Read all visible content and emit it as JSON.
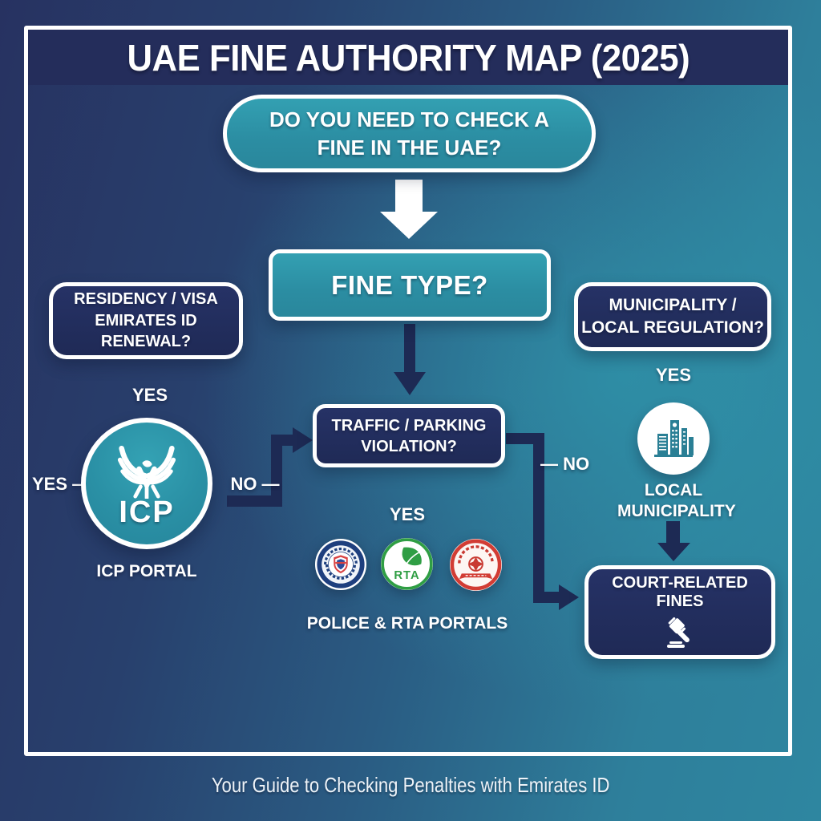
{
  "poster": {
    "title": "UAE FINE AUTHORITY MAP (2025)",
    "caption": "Your Guide to Checking Penalties with Emirates ID"
  },
  "flow": {
    "start": {
      "lines": [
        "DO YOU NEED TO CHECK A",
        "FINE IN THE UAE?"
      ]
    },
    "fine_type": {
      "label": "FINE TYPE?"
    },
    "residency": {
      "lines": [
        "RESIDENCY / VISA",
        "EMIRATES ID",
        "RENEWAL?"
      ],
      "answer": "YES"
    },
    "municipality_question": {
      "lines": [
        "MUNICIPALITY /",
        "LOCAL REGULATION?"
      ],
      "answer": "YES"
    },
    "traffic": {
      "lines": [
        "TRAFFIC / PARKING",
        "VIOLATION?"
      ],
      "yes": "YES",
      "no": "— NO"
    },
    "icp": {
      "yes": "YES —",
      "no": "NO —",
      "monogram": "ICP",
      "portal_label": "ICP PORTAL"
    },
    "portals": {
      "label": "POLICE & RTA PORTALS",
      "rta_text": "RTA"
    },
    "local_municipality": {
      "lines": [
        "LOCAL",
        "MUNICIPALITY"
      ]
    },
    "court": {
      "label": "COURT-RELATED FINES"
    }
  },
  "icons": {
    "icp": "falcon-eagle-icon",
    "local_municipality": "city-buildings-icon",
    "court": "gavel-icon",
    "badges": [
      "police-badge-icon",
      "rta-leaf-logo-icon",
      "red-municipal-badge-icon"
    ],
    "connectors": [
      "down-arrow-icon",
      "elbow-connector"
    ]
  },
  "colors": {
    "teal": "#2d8da2",
    "navy_box": "#1f2a56",
    "arrow_navy": "#1d2a54",
    "band_navy": "#242d5b",
    "rta_green": "#2f9e44",
    "badge_red": "#d23c34",
    "police_blue": "#1e3f7e",
    "white": "#ffffff"
  }
}
